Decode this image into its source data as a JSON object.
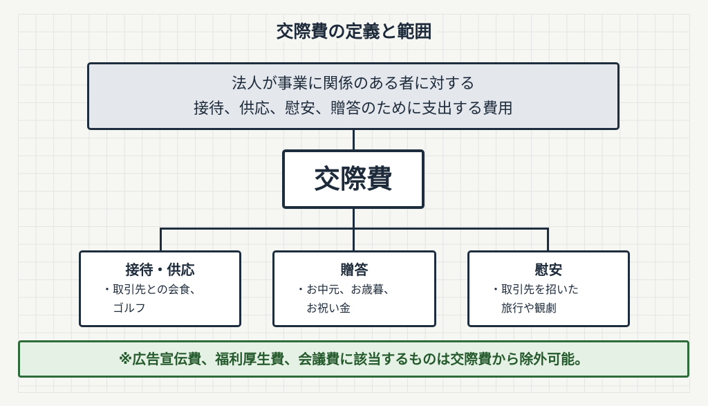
{
  "title": "交際費の定義と範囲",
  "definition": {
    "line1": "法人が事業に関係のある者に対する",
    "line2": "接待、供応、慰安、贈答のために支出する費用"
  },
  "center": "交際費",
  "categories": [
    {
      "heading": "接待・供応",
      "line1": "・取引先との会食、",
      "line2": "ゴルフ"
    },
    {
      "heading": "贈答",
      "line1": "・お中元、お歳暮、",
      "line2": "お祝い金"
    },
    {
      "heading": "慰安",
      "line1": "・取引先を招いた",
      "line2": "旅行や観劇"
    }
  ],
  "note": "※広告宣伝費、福利厚生費、会議費に該当するものは交際費から除外可能。",
  "colors": {
    "border": "#1e2d3d",
    "note_green": "#2e6b3a"
  }
}
